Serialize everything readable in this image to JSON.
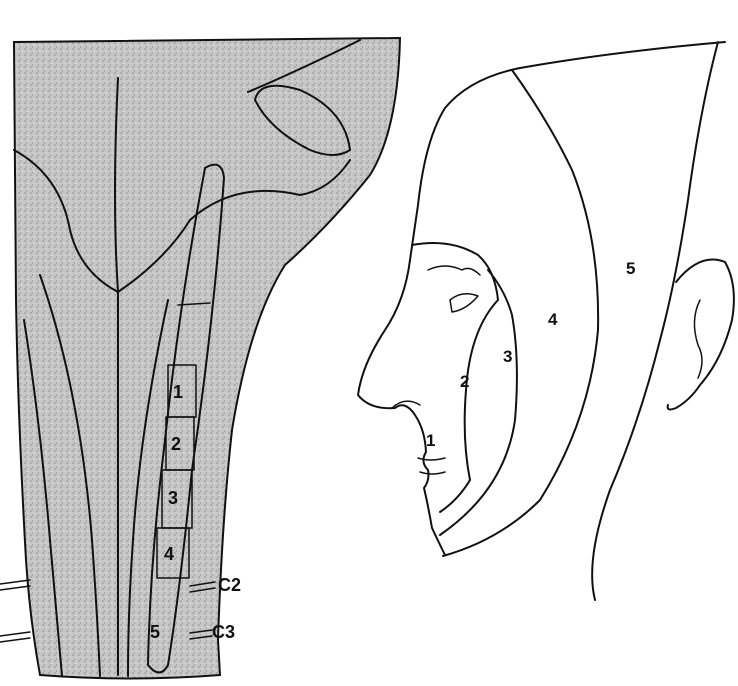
{
  "brainstem": {
    "segments": [
      "1",
      "2",
      "3",
      "4",
      "5"
    ],
    "nerve_labels": [
      "C2",
      "C3"
    ]
  },
  "face": {
    "zones": [
      "1",
      "2",
      "3",
      "4",
      "5"
    ]
  },
  "colors": {
    "ink": "#111111",
    "stipple": "#c8c8c8",
    "paper": "#ffffff"
  }
}
